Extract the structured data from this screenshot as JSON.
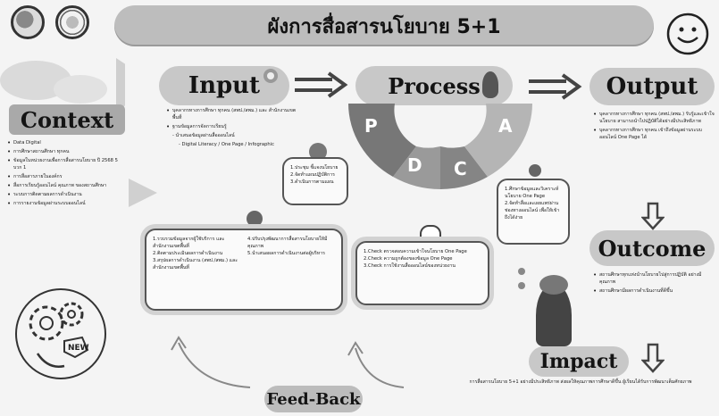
{
  "title": "ผังการสื่อสารนโยบาย 5+1",
  "icons": {
    "logo_left": "organization-seal-icon",
    "logo_right": "ministry-seal-icon",
    "smiley": "smiley-face-icon",
    "gears": "gears-new-idea-icon",
    "character_process": "woman-with-laptop-icon",
    "character_impact": "person-thinking-icon"
  },
  "sections": {
    "context": "Context",
    "input": "Input",
    "process": "Process",
    "output": "Output",
    "outcome": "Outcome",
    "impact": "Impact",
    "feedback": "Feed-Back"
  },
  "pdca": [
    "P",
    "D",
    "C",
    "A"
  ],
  "context_items": [
    "Data Digital",
    "การศึกษาสถานศึกษา ทุกคน",
    "ข้อมูลในหน่วยงานเพื่อการสื่อสารนโยบาย ปี 2568 5 บวก 1",
    "การสื่อสารภายในองค์กร",
    "สื่อการเรียนรู้ออนไลน์ คุณภาพ ของสถานศึกษา",
    "ระบบการติดตามผลการดำเนินงาน",
    "การรายงานข้อมูลผ่านระบบออนไลน์"
  ],
  "input_items": [
    "บุคลากรทางการศึกษา ทุกคน (สพป./สพม.) และ สำนักงานเขตพื้นที่",
    "ฐานข้อมูลการจัดการเรียนรู้",
    "- นำเสนอข้อมูลผ่านสื่อออนไลน์",
    "- Digital Literacy / One Page / Infographic"
  ],
  "input_extra": "/Infographic",
  "process_box_a": [
    "1.ประชุม ชี้แจงนโยบาย",
    "2.จัดทำแผนปฏิบัติการ",
    "3.ดำเนินการตามแผน"
  ],
  "process_box_b": [
    "1.ศึกษาข้อมูลและวิเคราะห์นโยบาย One Page",
    "2.จัดทำสื่อและเผยแพร่ผ่านช่องทางออนไลน์ เพื่อให้เข้าถึงได้ง่าย"
  ],
  "process_box_c": [
    "1.Check ตรวจสอบความเข้าใจนโยบาย One Page",
    "2.Check ความถูกต้องของข้อมูล One Page",
    "3.Check การใช้งานสื่อออนไลน์ของหน่วยงาน"
  ],
  "feedback_box_left": [
    "1.รวบรวมข้อมูลจากผู้ใช้บริการ และ สำนักงานเขตพื้นที่",
    "2.ติดตามประเมินผลการดำเนินงาน",
    "3.สรุปผลการดำเนินงาน (สพป./สพม.) และ สำนักงานเขตพื้นที่"
  ],
  "feedback_box_right": [
    "4.ปรับปรุงพัฒนาการสื่อสารนโยบายให้มีคุณภาพ",
    "5.นำเสนอผลการดำเนินงานต่อผู้บริหาร"
  ],
  "output_items": [
    "บุคลากรทางการศึกษา ทุกคน (สพป./สพม.) รับรู้และเข้าใจนโยบาย สามารถนำไปปฏิบัติได้อย่างมีประสิทธิภาพ",
    "บุคลากรทางการศึกษา ทุกคน เข้าถึงข้อมูลผ่านระบบออนไลน์ One Page ได้"
  ],
  "outcome_items": [
    "สถานศึกษาทุกแห่งนำนโยบายไปสู่การปฏิบัติ อย่างมีคุณภาพ",
    "สถานศึกษามีผลการดำเนินงานที่ดีขึ้น"
  ],
  "impact_text": "การสื่อสารนโยบาย 5+1 อย่างมีประสิทธิภาพ ส่งผลให้คุณภาพการศึกษาดีขึ้น ผู้เรียนได้รับการพัฒนาเต็มศักยภาพ",
  "gears_label": "NEW"
}
